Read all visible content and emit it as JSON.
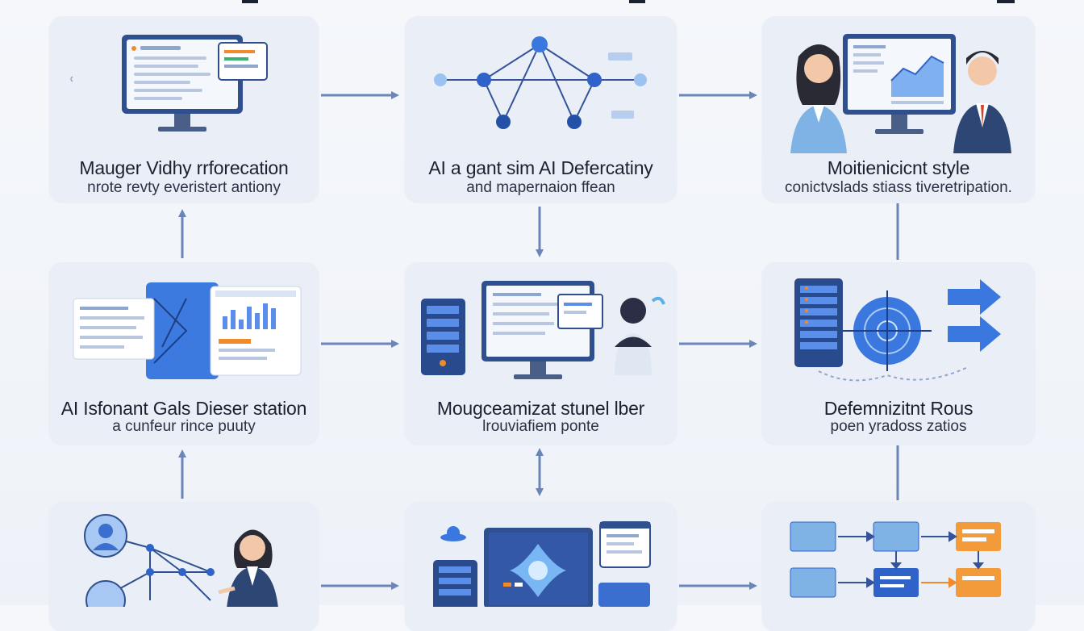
{
  "cards": [
    {
      "title": "Mauger Vidhy rrforecation",
      "subtitle": "nrote revty everistert antiony"
    },
    {
      "title": "AI a gant sim AI Defercatiny",
      "subtitle": "and mapernaion ffean"
    },
    {
      "title": "Moitienicicnt style",
      "subtitle": "conictvslads stiass tiveretripation."
    },
    {
      "title": "AI Isfonant Gals Dieser station",
      "subtitle": "a cunfeur rince puuty"
    },
    {
      "title": "Mougceamizat stunel lber",
      "subtitle": "lrouviafiem ponte"
    },
    {
      "title": "Defemnizitnt Rous",
      "subtitle": "poen yradoss zatios"
    },
    {
      "title": "",
      "subtitle": ""
    },
    {
      "title": "",
      "subtitle": ""
    },
    {
      "title": "",
      "subtitle": ""
    }
  ],
  "colors": {
    "accent": "#3b6fd8",
    "arrow": "#6a86b8",
    "card": "#eaeff7",
    "orange": "#f08a2c"
  }
}
